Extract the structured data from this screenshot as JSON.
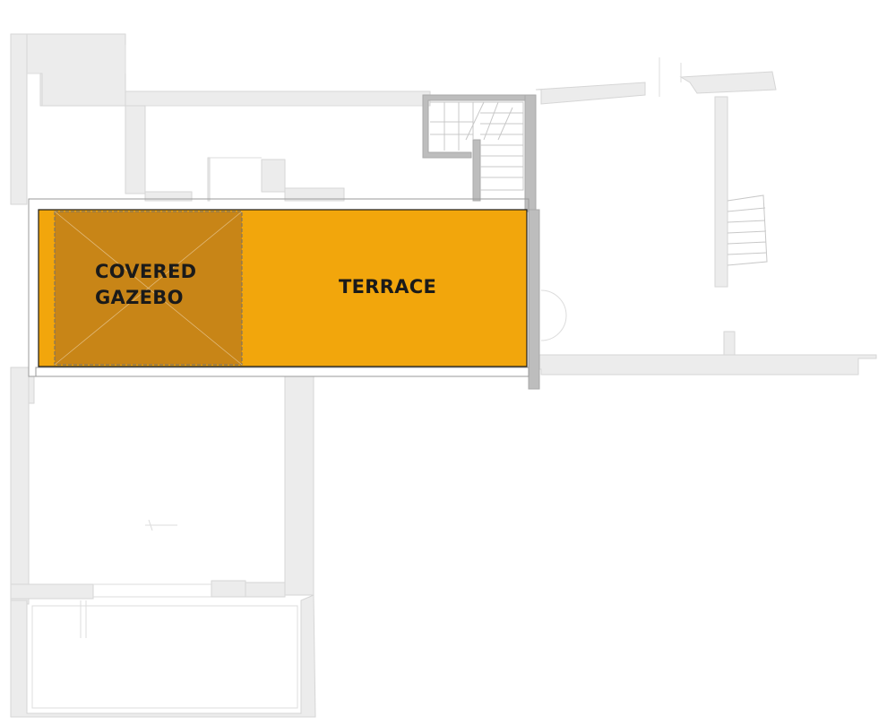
{
  "plan": {
    "zones": {
      "terrace": {
        "label": "TERRACE",
        "color": "#f2a60c"
      },
      "gazebo": {
        "label_line1": "COVERED",
        "label_line2": "GAZEBO",
        "color": "#c88517"
      }
    },
    "colors": {
      "wall": "#ececec",
      "wall_dark": "#bdbdbd",
      "outline": "#1a1a1a"
    }
  }
}
